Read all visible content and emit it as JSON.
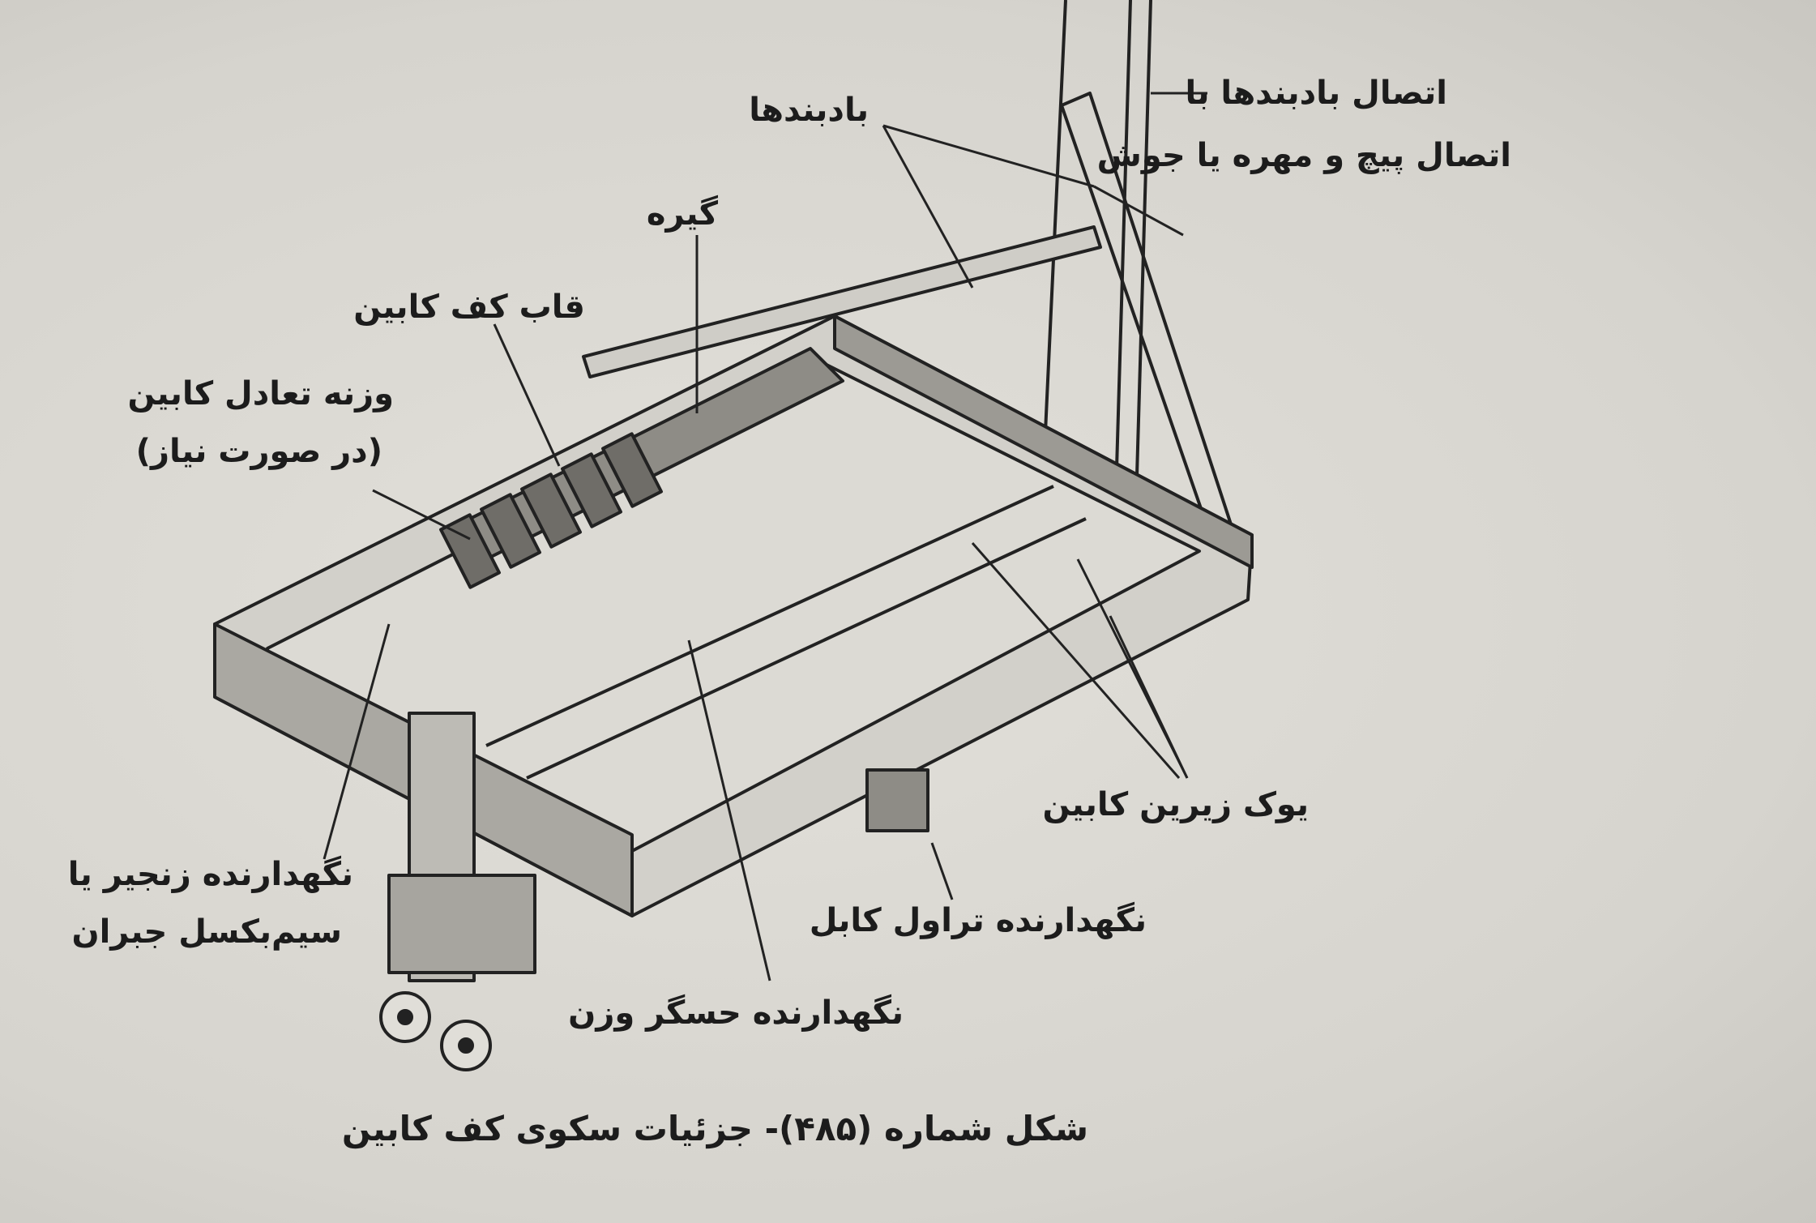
{
  "labels": {
    "bracing_connection_line1": "اتصال بادبندها با",
    "bracing_connection_line2": "اتصال پیچ و مهره یا جوش",
    "bracing": "بادبندها",
    "clamp": "گیره",
    "cabin_floor_frame": "قاب کف کابین",
    "counterweight_line1": "وزنه تعادل کابین",
    "counterweight_line2": "(در صورت نیاز)",
    "lower_yoke": "یوک زیرین کابین",
    "chain_holder_line1": "نگهدارنده زنجیر یا",
    "chain_holder_line2": "سیم‌بکسل جبران",
    "travel_cable_holder": "نگهدارنده تراول کابل",
    "weight_sensor_holder": "نگهدارنده حسگر وزن"
  },
  "caption": "شکل شماره (۴۸۵)- جزئیات سکوی کف کابین"
}
